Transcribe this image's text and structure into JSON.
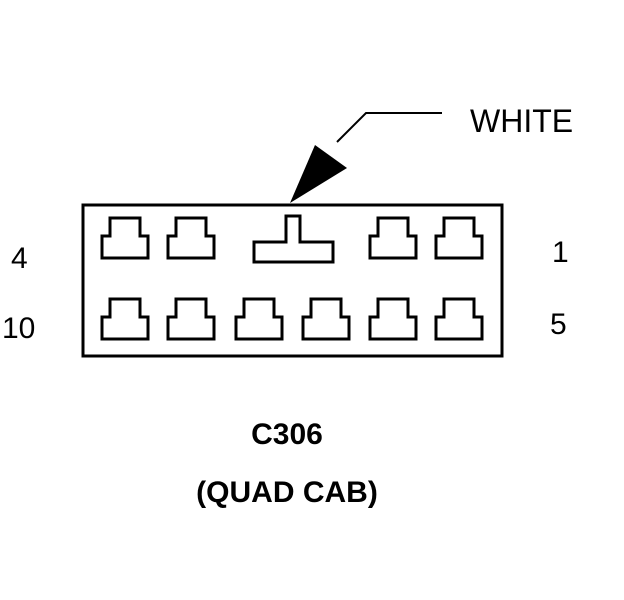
{
  "callout": {
    "label": "WHITE"
  },
  "pin_labels": {
    "top_left": "4",
    "top_right": "1",
    "bottom_left": "10",
    "bottom_right": "5"
  },
  "connector": {
    "id": "C306",
    "variant": "(QUAD CAB)",
    "color": "WHITE",
    "rows": [
      {
        "cavities": [
          "terminal",
          "terminal",
          "tee-key",
          "terminal",
          "terminal"
        ]
      },
      {
        "cavities": [
          "terminal",
          "terminal",
          "terminal",
          "terminal",
          "terminal",
          "terminal"
        ]
      }
    ]
  },
  "colors": {
    "line": "#000000",
    "background": "#ffffff"
  }
}
